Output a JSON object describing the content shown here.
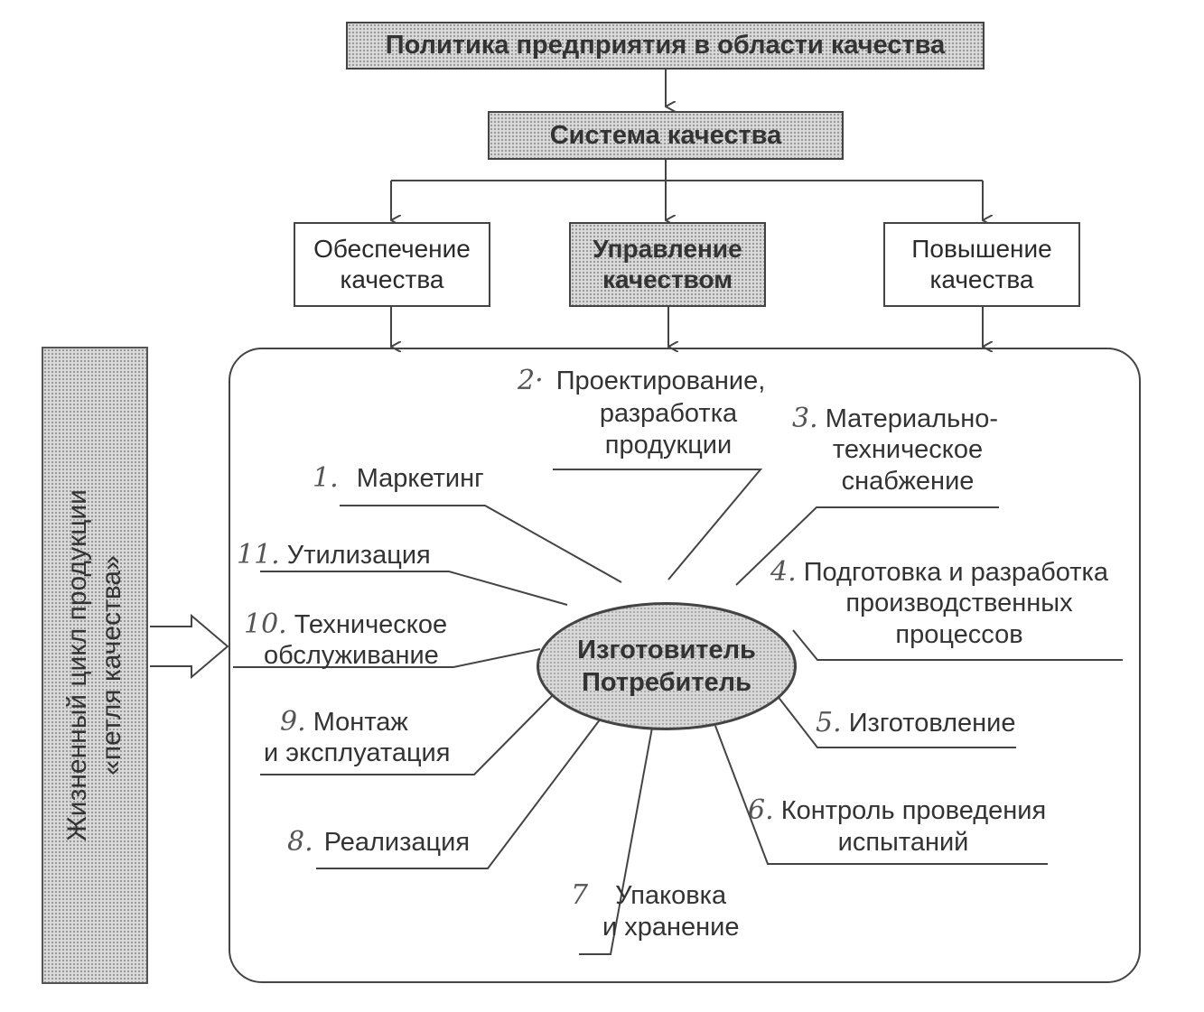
{
  "top": {
    "policy": "Политика предприятия в области качества",
    "system": "Система качества"
  },
  "branches": {
    "assurance": [
      "Обеспечение",
      "качества"
    ],
    "management": [
      "Управление",
      "качеством"
    ],
    "improvement": [
      "Повышение",
      "качества"
    ]
  },
  "lifecycle": [
    "Жизненный цикл продукции",
    "«петля качества»"
  ],
  "center": [
    "Изготовитель",
    "Потребитель"
  ],
  "stages": {
    "s1": {
      "num": "1.",
      "lines": [
        "Маркетинг"
      ]
    },
    "s2": {
      "num": "2·",
      "lines": [
        "Проектирование,",
        "разработка",
        "продукции"
      ]
    },
    "s3": {
      "num": "3.",
      "lines": [
        "Материально-",
        "техническое",
        "снабжение"
      ]
    },
    "s4": {
      "num": "4.",
      "lines": [
        "Подготовка и разработка",
        "производственных",
        "процессов"
      ]
    },
    "s5": {
      "num": "5.",
      "lines": [
        "Изготовление"
      ]
    },
    "s6": {
      "num": "6.",
      "lines": [
        "Контроль проведения",
        "испытаний"
      ]
    },
    "s7": {
      "num": "7",
      "lines": [
        "Упаковка",
        "и хранение"
      ]
    },
    "s8": {
      "num": "8.",
      "lines": [
        "Реализация"
      ]
    },
    "s9": {
      "num": "9.",
      "lines": [
        "Монтаж",
        "и эксплуатация"
      ]
    },
    "s10": {
      "num": "10.",
      "lines": [
        "Техническое",
        "обслуживание"
      ]
    },
    "s11": {
      "num": "11.",
      "lines": [
        "Утилизация"
      ]
    }
  }
}
